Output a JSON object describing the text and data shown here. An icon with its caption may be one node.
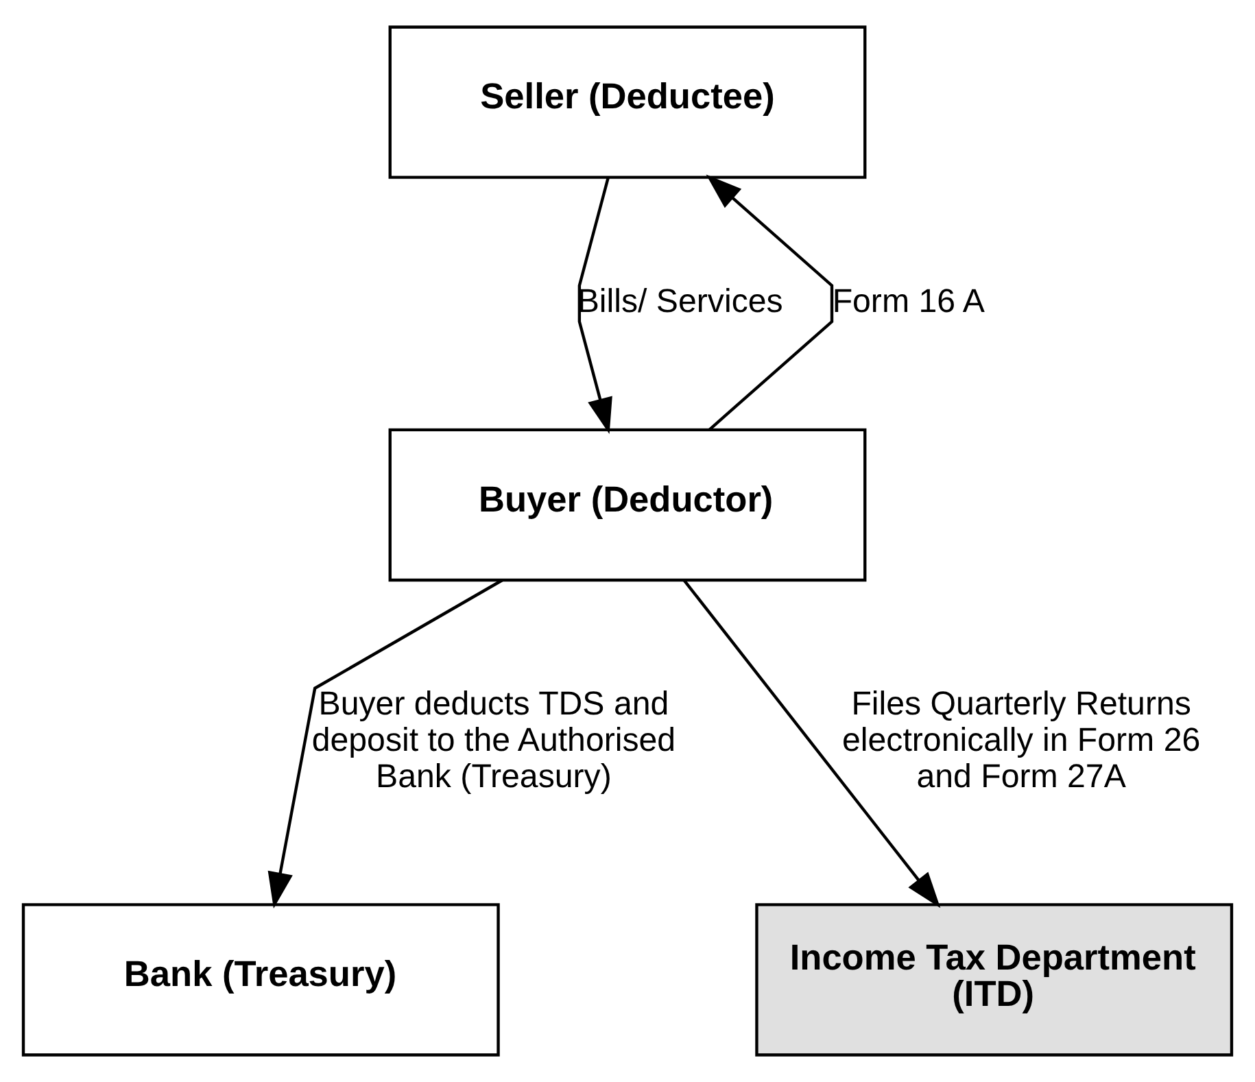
{
  "diagram": {
    "nodes": [
      {
        "text": [
          "Seller (Deductee)"
        ]
      },
      {
        "text": [
          "Buyer (Deductor)"
        ]
      },
      {
        "text": [
          "Bank (Treasury)"
        ]
      },
      {
        "text": [
          "Income Tax Department (ITD)"
        ]
      }
    ],
    "edges": [
      {
        "from": 0,
        "to": 1,
        "arrow": "to",
        "label": "Bills/ Services"
      },
      {
        "from": 1,
        "to": 0,
        "arrow": "to",
        "label": "Form 16 A"
      },
      {
        "from": 1,
        "to": 2,
        "arrow": "to",
        "label": "Buyer deducts TDS and deposit to the Authorised Bank (Treasury)"
      },
      {
        "from": 1,
        "to": 3,
        "arrow": "to",
        "label": "Files Quarterly Returns electronically in Form 26  and Form 27A"
      }
    ]
  }
}
